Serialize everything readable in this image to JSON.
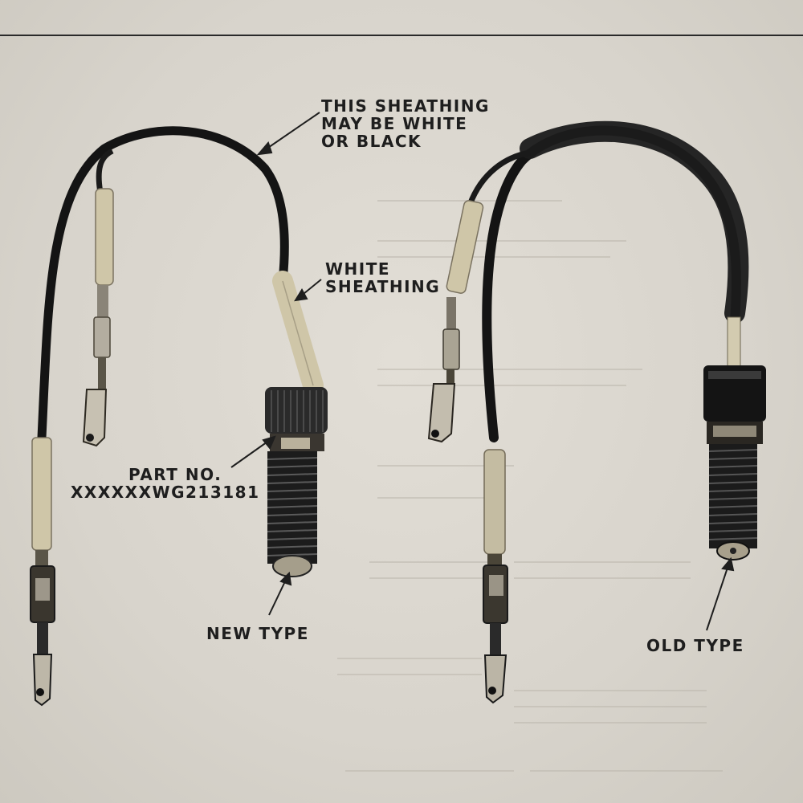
{
  "callouts": {
    "sheathing_note": [
      "THIS SHEATHING",
      "MAY BE WHITE",
      "OR BLACK"
    ],
    "white_sheathing": [
      "WHITE",
      "SHEATHING"
    ],
    "part_no": [
      "PART NO.",
      "XXXXXXWG213181"
    ],
    "new_type": "NEW TYPE",
    "old_type": "OLD TYPE"
  },
  "colors": {
    "ink": "#1e1e1e",
    "paper": "#dcd8d0",
    "cable": "#141414",
    "white_sheath": "#cfc6a8"
  }
}
